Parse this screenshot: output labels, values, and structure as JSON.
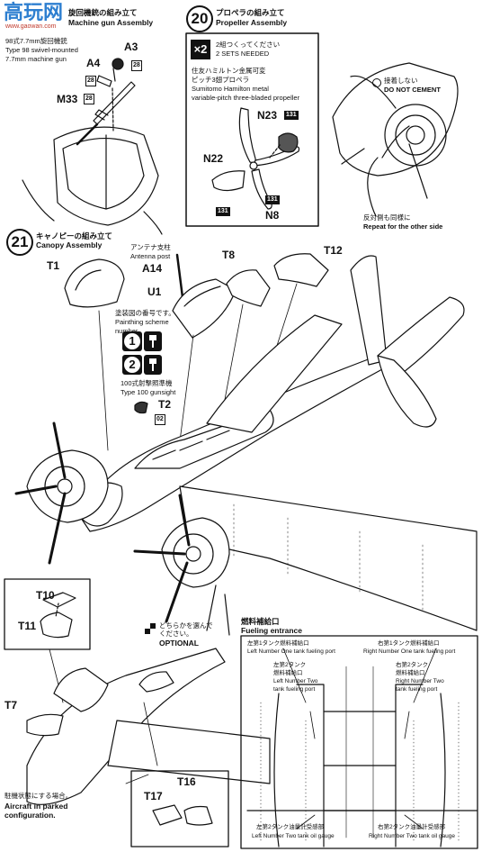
{
  "watermark": {
    "title": "高玩网",
    "url": "www.gaowan.com"
  },
  "step19": {
    "title_jp": "旋回機銃の組み立て",
    "title_en": "Machine gun Assembly",
    "gun_jp": "98式7.7mm旋回機銃",
    "gun_en1": "Type 98 swivel-mounted",
    "gun_en2": "7.7mm machine gun",
    "parts": [
      "A3",
      "A4",
      "M33"
    ],
    "tag": "28"
  },
  "step20": {
    "number": "20",
    "title_jp": "プロペラの組み立て",
    "title_en": "Propeller Assembly",
    "multiplier": "×2",
    "sets_jp": "2組つくってください",
    "sets_en": "2 SETS NEEDED",
    "desc_jp1": "住友ハミルトン金属可変",
    "desc_jp2": "ピッチ3翅プロペラ",
    "desc_en1": "Sumitomo Hamilton metal",
    "desc_en2": "variable-pitch three-bladed propeller",
    "parts": [
      "N23",
      "N22",
      "N8"
    ],
    "tag": "131",
    "no_cement_jp": "接着しない",
    "no_cement_en": "DO NOT CEMENT",
    "other_side_jp": "反対側も同様に",
    "other_side_en": "Repeat for the other side"
  },
  "step21": {
    "number": "21",
    "title_jp": "キャノピーの組み立て",
    "title_en": "Canopy Assembly",
    "antenna_jp": "アンテナ支柱",
    "antenna_en": "Antenna post",
    "paint_jp": "塗装図の番号です。",
    "paint_en1": "Painthing scheme",
    "paint_en2": "number",
    "gunsight_jp": "100式射撃照準機",
    "gunsight_en": "Type 100 gunsight",
    "parts": [
      "T1",
      "A14",
      "U1",
      "T8",
      "T12",
      "T2"
    ],
    "tag": "02",
    "schemes": [
      "1",
      "2"
    ]
  },
  "optional": {
    "choose_jp": "どちらかを選んで",
    "choose_jp2": "ください。",
    "label": "OPTIONAL",
    "parts": [
      "T10",
      "T11",
      "T7",
      "T16",
      "T17"
    ],
    "parked_jp": "駐機状態にする場合。",
    "parked_en1": "Aircraft in parked",
    "parked_en2": "configuration."
  },
  "fueling": {
    "title_jp": "燃料補給口",
    "title_en": "Fueling entrance",
    "left1_jp": "左第1タンク燃料補給口",
    "left1_en": "Left Number One tank fueling port",
    "right1_jp": "右第1タンク燃料補給口",
    "right1_en": "Right Number One tank fueling port",
    "left2_jp1": "左第2タンク",
    "left2_jp2": "燃料補給口",
    "left2_en1": "Left Number Two",
    "left2_en2": "tank fueling port",
    "right2_jp1": "右第2タンク",
    "right2_jp2": "燃料補給口",
    "right2_en1": "Right Number Two",
    "right2_en2": "tank fueling port",
    "leftgauge_jp": "左第2タンク油量計受感部",
    "leftgauge_en": "Left Number Two tank oil gauge",
    "rightgauge_jp": "右第2タンク油量計受感部",
    "rightgauge_en": "Right Number Two tank oil gauge"
  }
}
